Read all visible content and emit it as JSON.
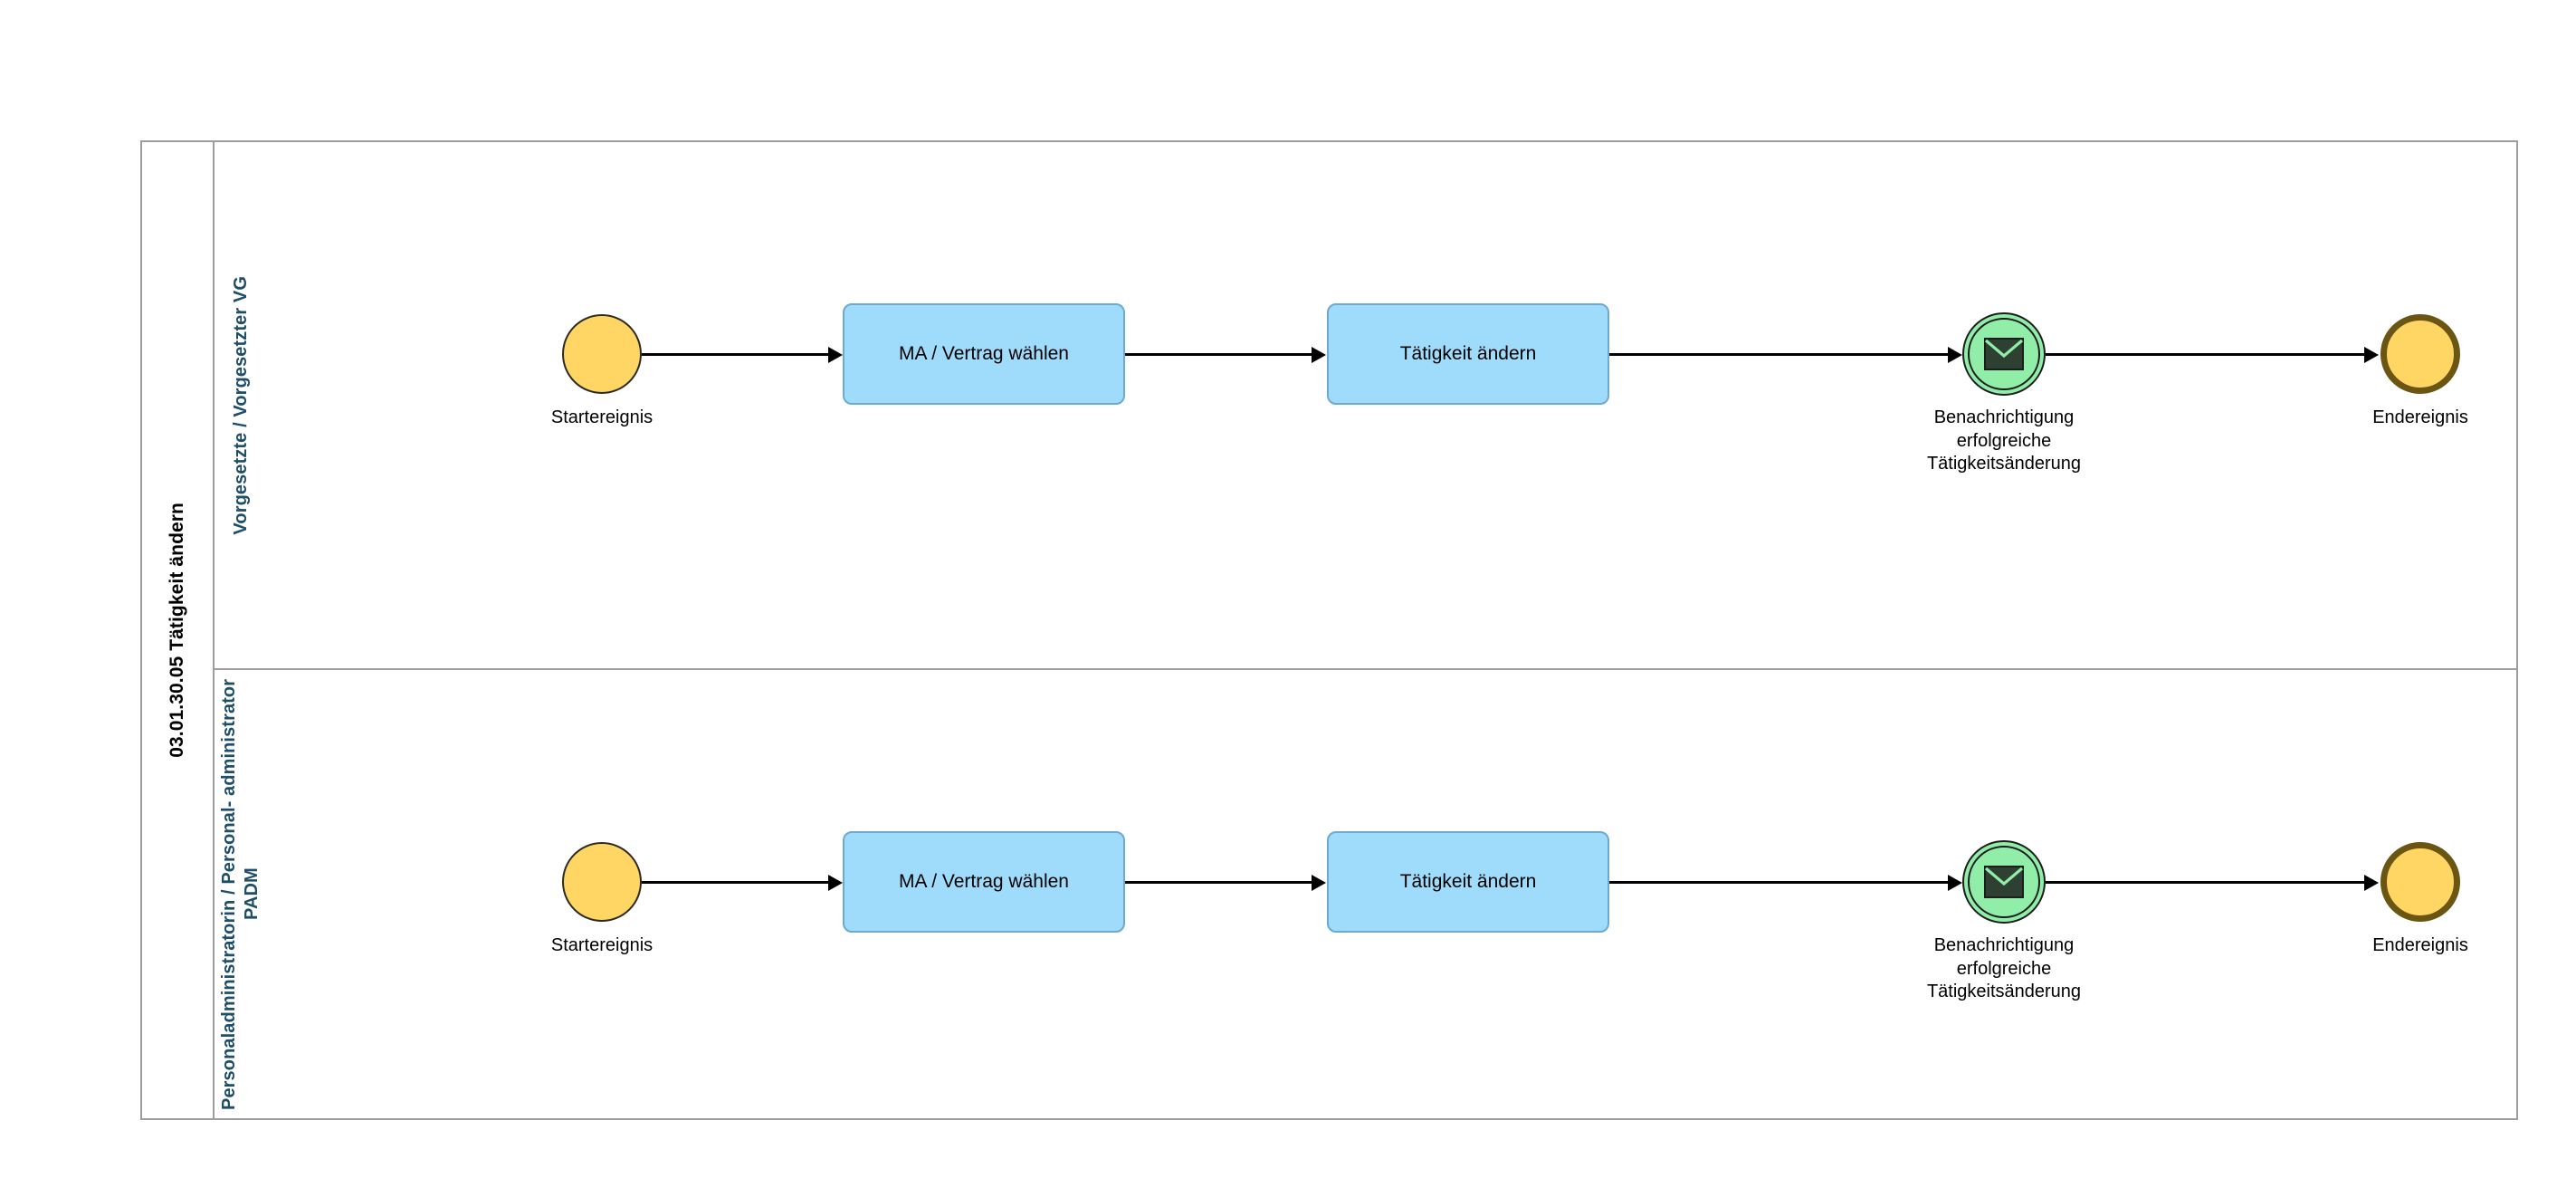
{
  "diagram": {
    "type": "bpmn-process-diagram",
    "pool": {
      "label": "03.01.30.05 Tätigkeit ändern"
    },
    "colors": {
      "event_start_fill": "#FFD564",
      "event_start_stroke": "#2B2B22",
      "event_end_fill": "#FFD564",
      "event_end_stroke": "#6B5512",
      "event_message_fill": "#90EEA8",
      "event_message_icon": "#2E4032",
      "task_fill": "#9FDBFB",
      "task_stroke": "#6EA9CF",
      "lane_label": "#1F4E68",
      "pool_border": "#9D9D9D",
      "connector": "#000000"
    },
    "lanes": [
      {
        "id": "lane-vorgesetzte",
        "label": "Vorgesetzte / Vorgesetzter VG",
        "nodes": [
          {
            "id": "start-1",
            "kind": "start-event",
            "caption": "Startereignis"
          },
          {
            "id": "task-1a",
            "kind": "task",
            "caption": "MA / Vertrag wählen"
          },
          {
            "id": "task-1b",
            "kind": "task",
            "caption": "Tätigkeit ändern"
          },
          {
            "id": "message-1",
            "kind": "intermediate-message-event",
            "caption": "Benachrichtigung\nerfolgreiche\nTätigkeitsänderung"
          },
          {
            "id": "end-1",
            "kind": "end-event",
            "caption": "Endereignis"
          }
        ]
      },
      {
        "id": "lane-padm",
        "label": "Personaladministratorin / Personal-\nadministrator PADM",
        "nodes": [
          {
            "id": "start-2",
            "kind": "start-event",
            "caption": "Startereignis"
          },
          {
            "id": "task-2a",
            "kind": "task",
            "caption": "MA / Vertrag wählen"
          },
          {
            "id": "task-2b",
            "kind": "task",
            "caption": "Tätigkeit ändern"
          },
          {
            "id": "message-2",
            "kind": "intermediate-message-event",
            "caption": "Benachrichtigung\nerfolgreiche\nTätigkeitsänderung"
          },
          {
            "id": "end-2",
            "kind": "end-event",
            "caption": "Endereignis"
          }
        ]
      }
    ]
  }
}
